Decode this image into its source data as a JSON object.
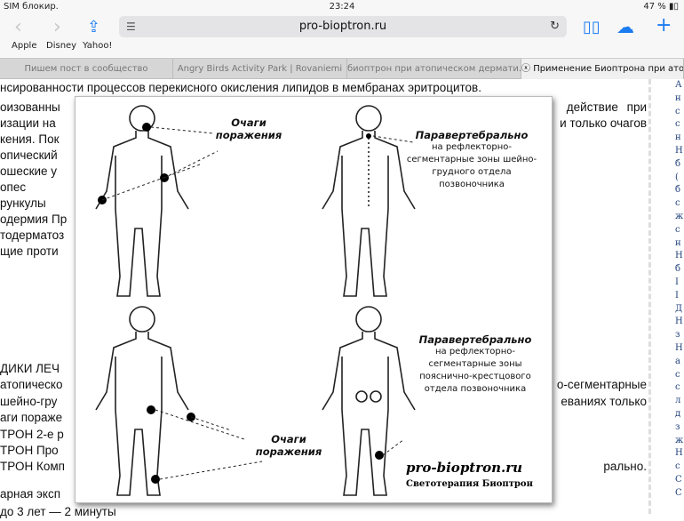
{
  "status": {
    "carrier": "SIM блокир.",
    "time": "23:24",
    "battery": "47 %"
  },
  "toolbar": {
    "url": "pro-bioptron.ru"
  },
  "bookmarks": [
    "Apple",
    "Disney",
    "Yahoo!"
  ],
  "tabs": [
    "Пишем пост в сообщество",
    "Angry Birds Activity Park | Rovaniemi",
    "биоптрон при атопическом дермати...",
    "Применение Биоптрона при атоп..."
  ],
  "content": {
    "lines": [
      "нсированности процессов перекисного окисления липидов в мембранах эритроцитов.",
      "оизованны",
      "изации на",
      "кения. Пок",
      "опический",
      "ошеские у",
      "опес",
      "рункулы",
      "одермия Пр",
      "тодерматоз",
      "щие проти",
      "ДИКИ ЛЕЧ",
      "атопическо",
      "шейно-гру",
      "аги пораже",
      "ТРОН 2-е р",
      "ТРОН Про",
      "ТРОН Комп",
      "арная эксп",
      "до 3 лет — 2 минуты"
    ],
    "right_fragments": [
      "действие   при",
      "и только очагов",
      "о-сегментарные",
      "еваниях только",
      "рально."
    ]
  },
  "sidebar_chars": [
    "А",
    "н",
    "с",
    "с",
    "н",
    "Н",
    "б",
    "(",
    "б",
    "с",
    "ж",
    "с",
    "н",
    "Н",
    "б",
    "I",
    "I",
    "Д",
    "Н",
    "з",
    "Н",
    "а",
    "с",
    "с",
    "л",
    "д",
    "з",
    "ж",
    "Н",
    "с",
    "С",
    "С"
  ],
  "popup": {
    "label_foci_top": "Очаги поражения",
    "label_cervical": {
      "title": "Паравертебрально",
      "text": "на рефлекторно-сегментарные зоны шейно-грудного отдела позвоночника"
    },
    "label_lumbar": {
      "title": "Паравертебрально",
      "text": "на рефлекторно-сегментарные зоны пояснично-крестцового отдела позвоночника"
    },
    "label_foci_bottom": "Очаги поражения",
    "brand": "pro-bioptron.ru",
    "brand_sub": "Светотерапия Биоптрон"
  }
}
